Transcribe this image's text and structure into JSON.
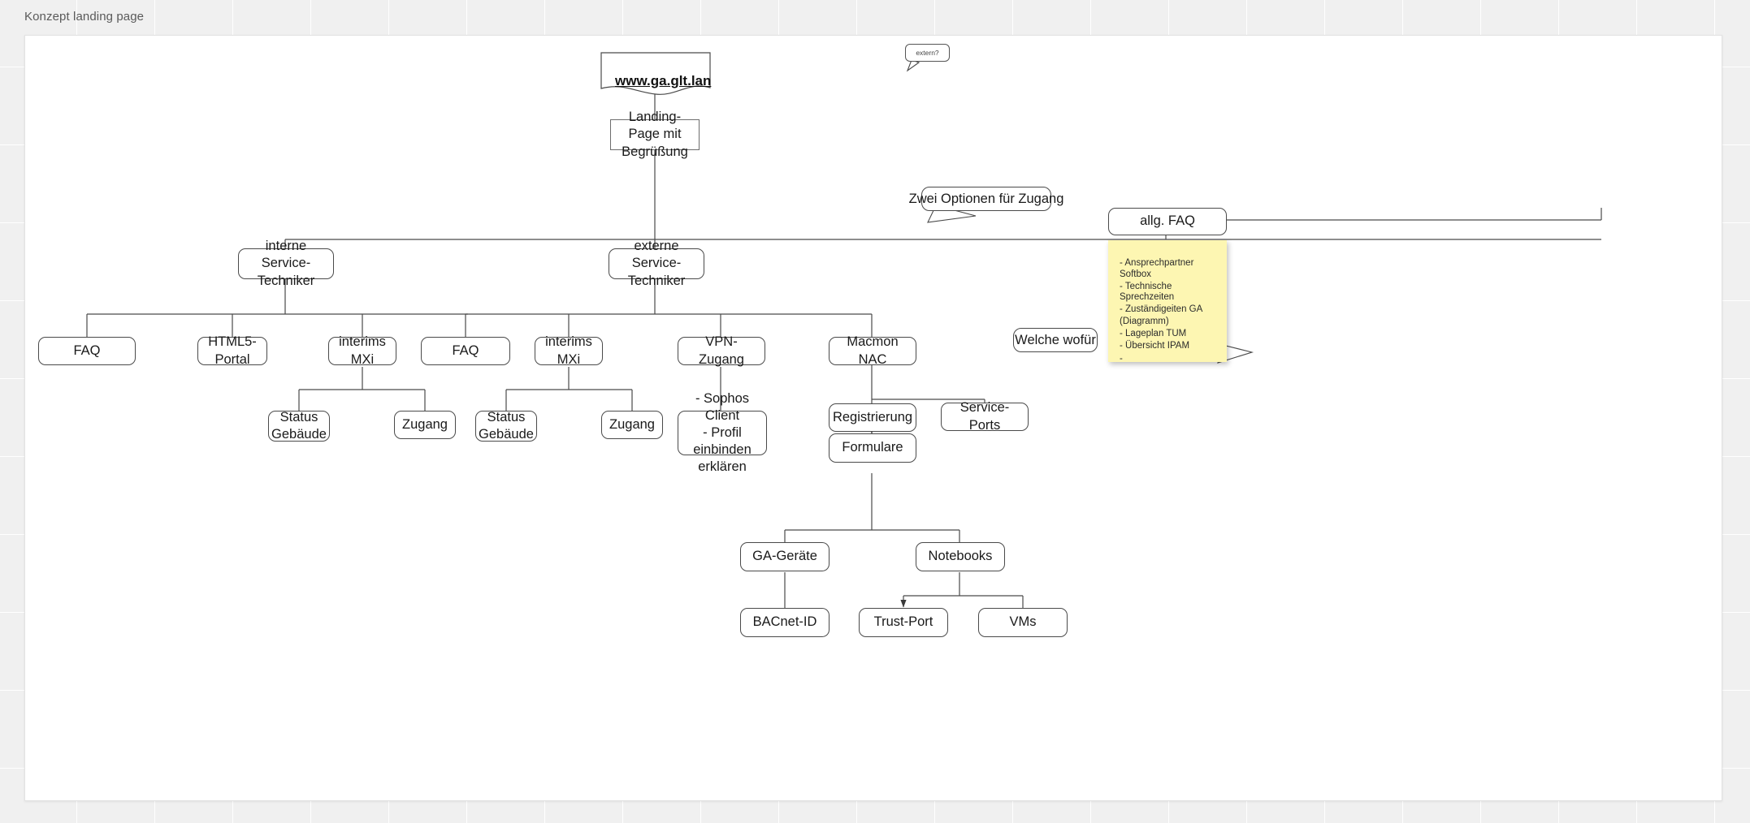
{
  "document": {
    "title": "Konzept landing page"
  },
  "canvas": {
    "background_color": "#ffffff",
    "page_background_color": "#f0f0f0"
  },
  "diagram": {
    "type": "flowchart",
    "nodes": {
      "url": {
        "label": "www.ga.glt.lan",
        "shape": "document",
        "bold": true,
        "underline": true
      },
      "landing_page": {
        "label": "Landing-Page mit\nBegrüßung",
        "shape": "rectangle"
      },
      "interne_techniker": {
        "label": "interne Service-\nTechniker",
        "shape": "rounded-rectangle"
      },
      "externe_techniker": {
        "label": "externe Service-\nTechniker",
        "shape": "rounded-rectangle"
      },
      "allg_faq": {
        "label": "allg. FAQ",
        "shape": "rounded-rectangle"
      },
      "faq_intern": {
        "label": "FAQ",
        "shape": "rounded-rectangle"
      },
      "html5_portal": {
        "label": "HTML5-Portal",
        "shape": "rounded-rectangle"
      },
      "interims_mxi_intern": {
        "label": "interims MXi",
        "shape": "rounded-rectangle"
      },
      "status_gebaeude_intern": {
        "label": "Status\nGebäude",
        "shape": "rounded-rectangle"
      },
      "zugang_intern": {
        "label": "Zugang",
        "shape": "rounded-rectangle"
      },
      "faq_extern": {
        "label": "FAQ",
        "shape": "rounded-rectangle"
      },
      "interims_mxi_extern": {
        "label": "interims MXi",
        "shape": "rounded-rectangle"
      },
      "status_gebaeude_extern": {
        "label": "Status\nGebäude",
        "shape": "rounded-rectangle"
      },
      "zugang_extern": {
        "label": "Zugang",
        "shape": "rounded-rectangle"
      },
      "vpn_zugang": {
        "label": "VPN-Zugang",
        "shape": "rounded-rectangle"
      },
      "vpn_details": {
        "label": "- Sophos Client\n- Profil einbinden\nerklären",
        "shape": "rounded-rectangle"
      },
      "macmon_nac": {
        "label": "Macmon NAC",
        "shape": "rounded-rectangle"
      },
      "registrierung": {
        "label": "Registrierung",
        "shape": "rounded-rectangle"
      },
      "service_ports": {
        "label": "Service-Ports",
        "shape": "rounded-rectangle"
      },
      "formulare": {
        "label": "Formulare",
        "shape": "rounded-rectangle"
      },
      "ga_geraete": {
        "label": "GA-Geräte",
        "shape": "rounded-rectangle"
      },
      "notebooks": {
        "label": "Notebooks",
        "shape": "rounded-rectangle"
      },
      "bacnet_id": {
        "label": "BACnet-ID",
        "shape": "rounded-rectangle"
      },
      "trust_port": {
        "label": "Trust-Port",
        "shape": "rounded-rectangle"
      },
      "vms": {
        "label": "VMs",
        "shape": "rounded-rectangle"
      }
    },
    "callouts": {
      "extern": {
        "label": "extern?",
        "shape": "speech-bubble"
      },
      "zwei_optionen": {
        "label": "Zwei Optionen für Zugang",
        "shape": "speech-bubble"
      },
      "welche_wofuer": {
        "label": "Welche wofür",
        "shape": "speech-bubble"
      }
    },
    "sticky_note": {
      "color": "#fdf6b2",
      "lines": [
        "- Ansprechpartner Softbox",
        "- Technische Sprechzeiten",
        "- Zuständigeiten GA",
        "(Diagramm)",
        "- Lageplan TUM",
        "- Übersicht IPAM",
        "-"
      ]
    },
    "edges": [
      {
        "from": "url",
        "to": "landing_page"
      },
      {
        "from": "landing_page",
        "to": "interne_techniker"
      },
      {
        "from": "landing_page",
        "to": "externe_techniker"
      },
      {
        "from": "landing_page",
        "to": "allg_faq"
      },
      {
        "from": "interne_techniker",
        "to": "faq_intern"
      },
      {
        "from": "interne_techniker",
        "to": "html5_portal"
      },
      {
        "from": "interne_techniker",
        "to": "interims_mxi_intern"
      },
      {
        "from": "interims_mxi_intern",
        "to": "status_gebaeude_intern"
      },
      {
        "from": "interims_mxi_intern",
        "to": "zugang_intern"
      },
      {
        "from": "externe_techniker",
        "to": "faq_extern"
      },
      {
        "from": "externe_techniker",
        "to": "interims_mxi_extern"
      },
      {
        "from": "externe_techniker",
        "to": "vpn_zugang"
      },
      {
        "from": "externe_techniker",
        "to": "macmon_nac"
      },
      {
        "from": "interims_mxi_extern",
        "to": "status_gebaeude_extern"
      },
      {
        "from": "interims_mxi_extern",
        "to": "zugang_extern"
      },
      {
        "from": "vpn_zugang",
        "to": "vpn_details"
      },
      {
        "from": "macmon_nac",
        "to": "registrierung",
        "arrow": "both"
      },
      {
        "from": "registrierung",
        "to": "service_ports"
      },
      {
        "from": "registrierung",
        "to": "formulare",
        "arrow": "to"
      },
      {
        "from": "formulare",
        "to": "ga_geraete"
      },
      {
        "from": "formulare",
        "to": "notebooks"
      },
      {
        "from": "ga_geraete",
        "to": "bacnet_id"
      },
      {
        "from": "notebooks",
        "to": "trust_port",
        "arrow": "to"
      },
      {
        "from": "notebooks",
        "to": "vms"
      }
    ]
  }
}
